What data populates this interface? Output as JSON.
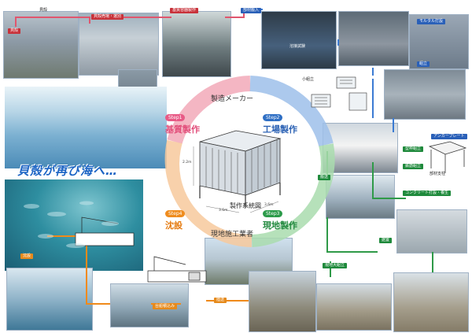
{
  "colors": {
    "step1": "#e85a86",
    "step2": "#2f6fc4",
    "step3": "#2c9b4a",
    "step4": "#ef8c1e",
    "flow_red": "#e0566e",
    "flow_blue": "#3b7bd3",
    "flow_green": "#2f9a48",
    "flow_orange": "#f08a1a"
  },
  "center": {
    "manufacturer": "製造メーカー",
    "contractor": "現地施工業者",
    "diagram_caption": "製作系統図",
    "dims": {
      "height": "2.2m",
      "width_left": "3.6m",
      "width_right": "3.6m"
    }
  },
  "steps": [
    {
      "tag": "Step1",
      "title": "基質製作"
    },
    {
      "tag": "Step2",
      "title": "工場製作"
    },
    {
      "tag": "Step3",
      "title": "現地製作"
    },
    {
      "tag": "Step4",
      "title": "沈設"
    }
  ],
  "slogan": "貝殻が再び海へ…",
  "top_labels": {
    "shell_waste": "貝殻",
    "shell": "貝殻",
    "crush_wash": "貝殻売場・選別",
    "base_done": "基質容器製作",
    "material_in": "部材搬入",
    "welding": "溶接試験",
    "mortar": "モルタル打設",
    "assembly": "組立"
  },
  "right_labels": {
    "small_assembly": "小組立",
    "anchor_plate": "アンカープレート",
    "member_support": "部材支柱",
    "foundation_assembly": "型枠組立",
    "rebar_assembly": "鉄筋組立",
    "concrete": "コンクリート打設・養生",
    "transport": "搬送",
    "install": "据置",
    "site_assembly": "現地大組立"
  },
  "bottom_labels": {
    "sinking": "沈設",
    "loading": "台船積込み",
    "haul": "陸送"
  }
}
